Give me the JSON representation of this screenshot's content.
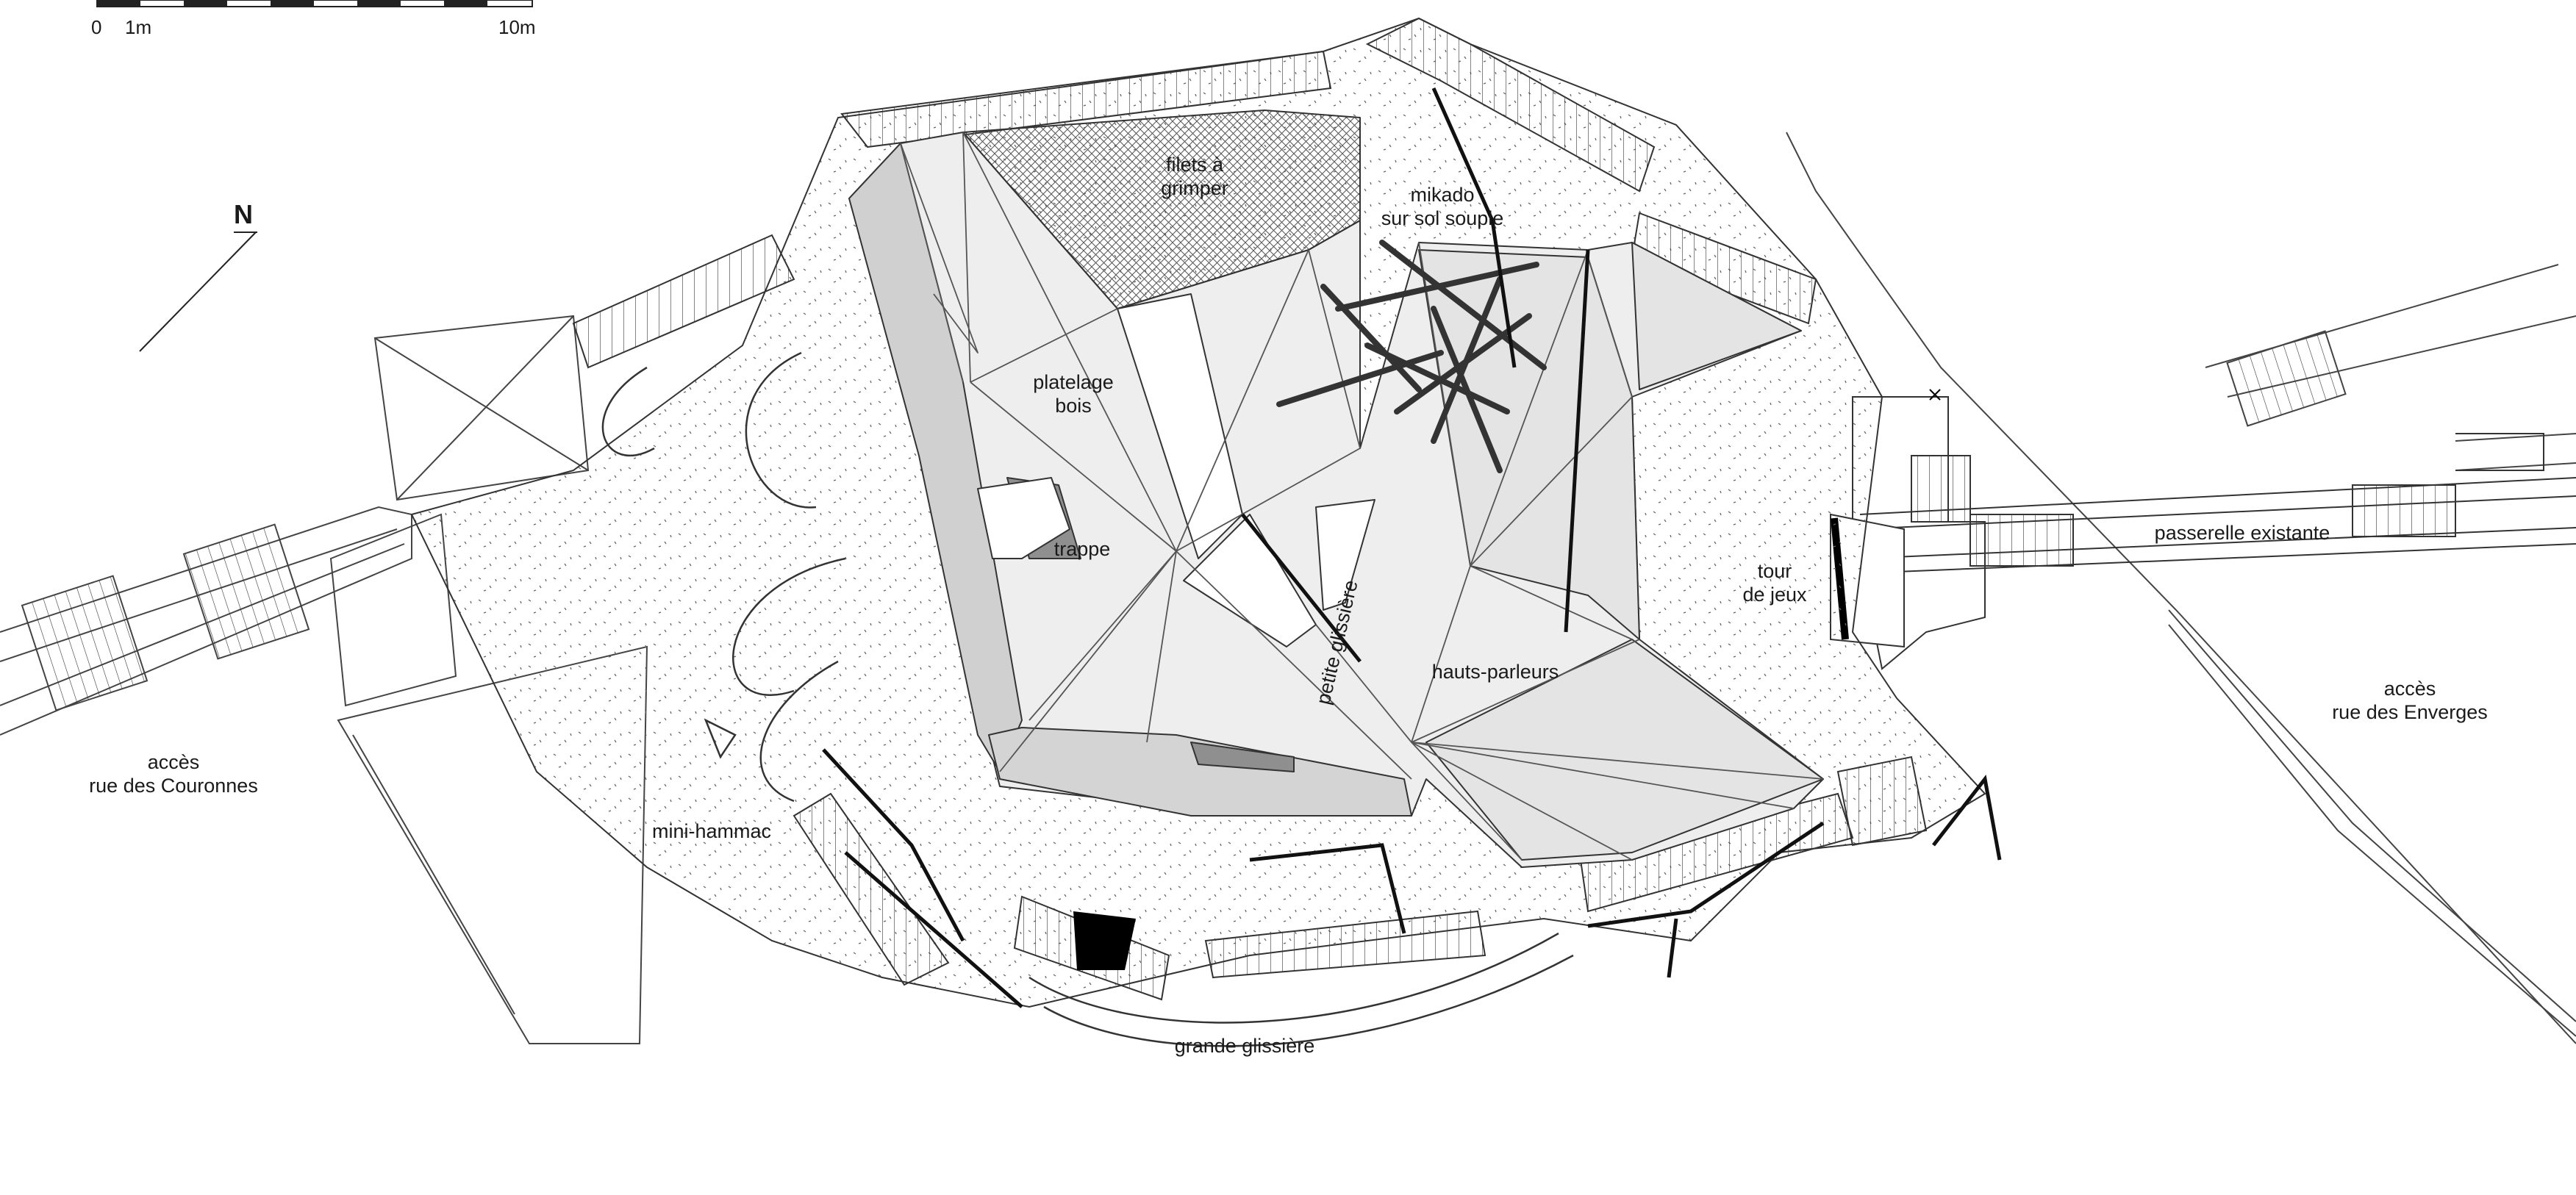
{
  "scale_bar": {
    "tick_start": "0",
    "tick_mid": "1m",
    "tick_end": "10m"
  },
  "north_arrow": {
    "label": "N",
    "icon": "north-arrow-icon"
  },
  "labels": {
    "filets_line1": "filets à",
    "filets_line2": "grimper",
    "mikado_line1": "mikado",
    "mikado_line2": "sur sol souple",
    "platelage_line1": "platelage",
    "platelage_line2": "bois",
    "trappe": "trappe",
    "petite_glissiere": "petite glissière",
    "hauts_parleurs": "hauts-parleurs",
    "tour_line1": "tour",
    "tour_line2": "de jeux",
    "passerelle": "passerelle existante",
    "acces_enverges_line1": "accès",
    "acces_enverges_line2": "rue des Enverges",
    "acces_couronnes_line1": "accès",
    "acces_couronnes_line2": "rue des Couronnes",
    "mini_hammac": "mini-hammac",
    "grande_glissiere": "grande glissière"
  },
  "colors": {
    "line": "#222222",
    "fill_light": "#eeeeee",
    "fill_mid": "#d4d4d4",
    "fill_dark": "#8f8f8f",
    "solid": "#000000"
  }
}
